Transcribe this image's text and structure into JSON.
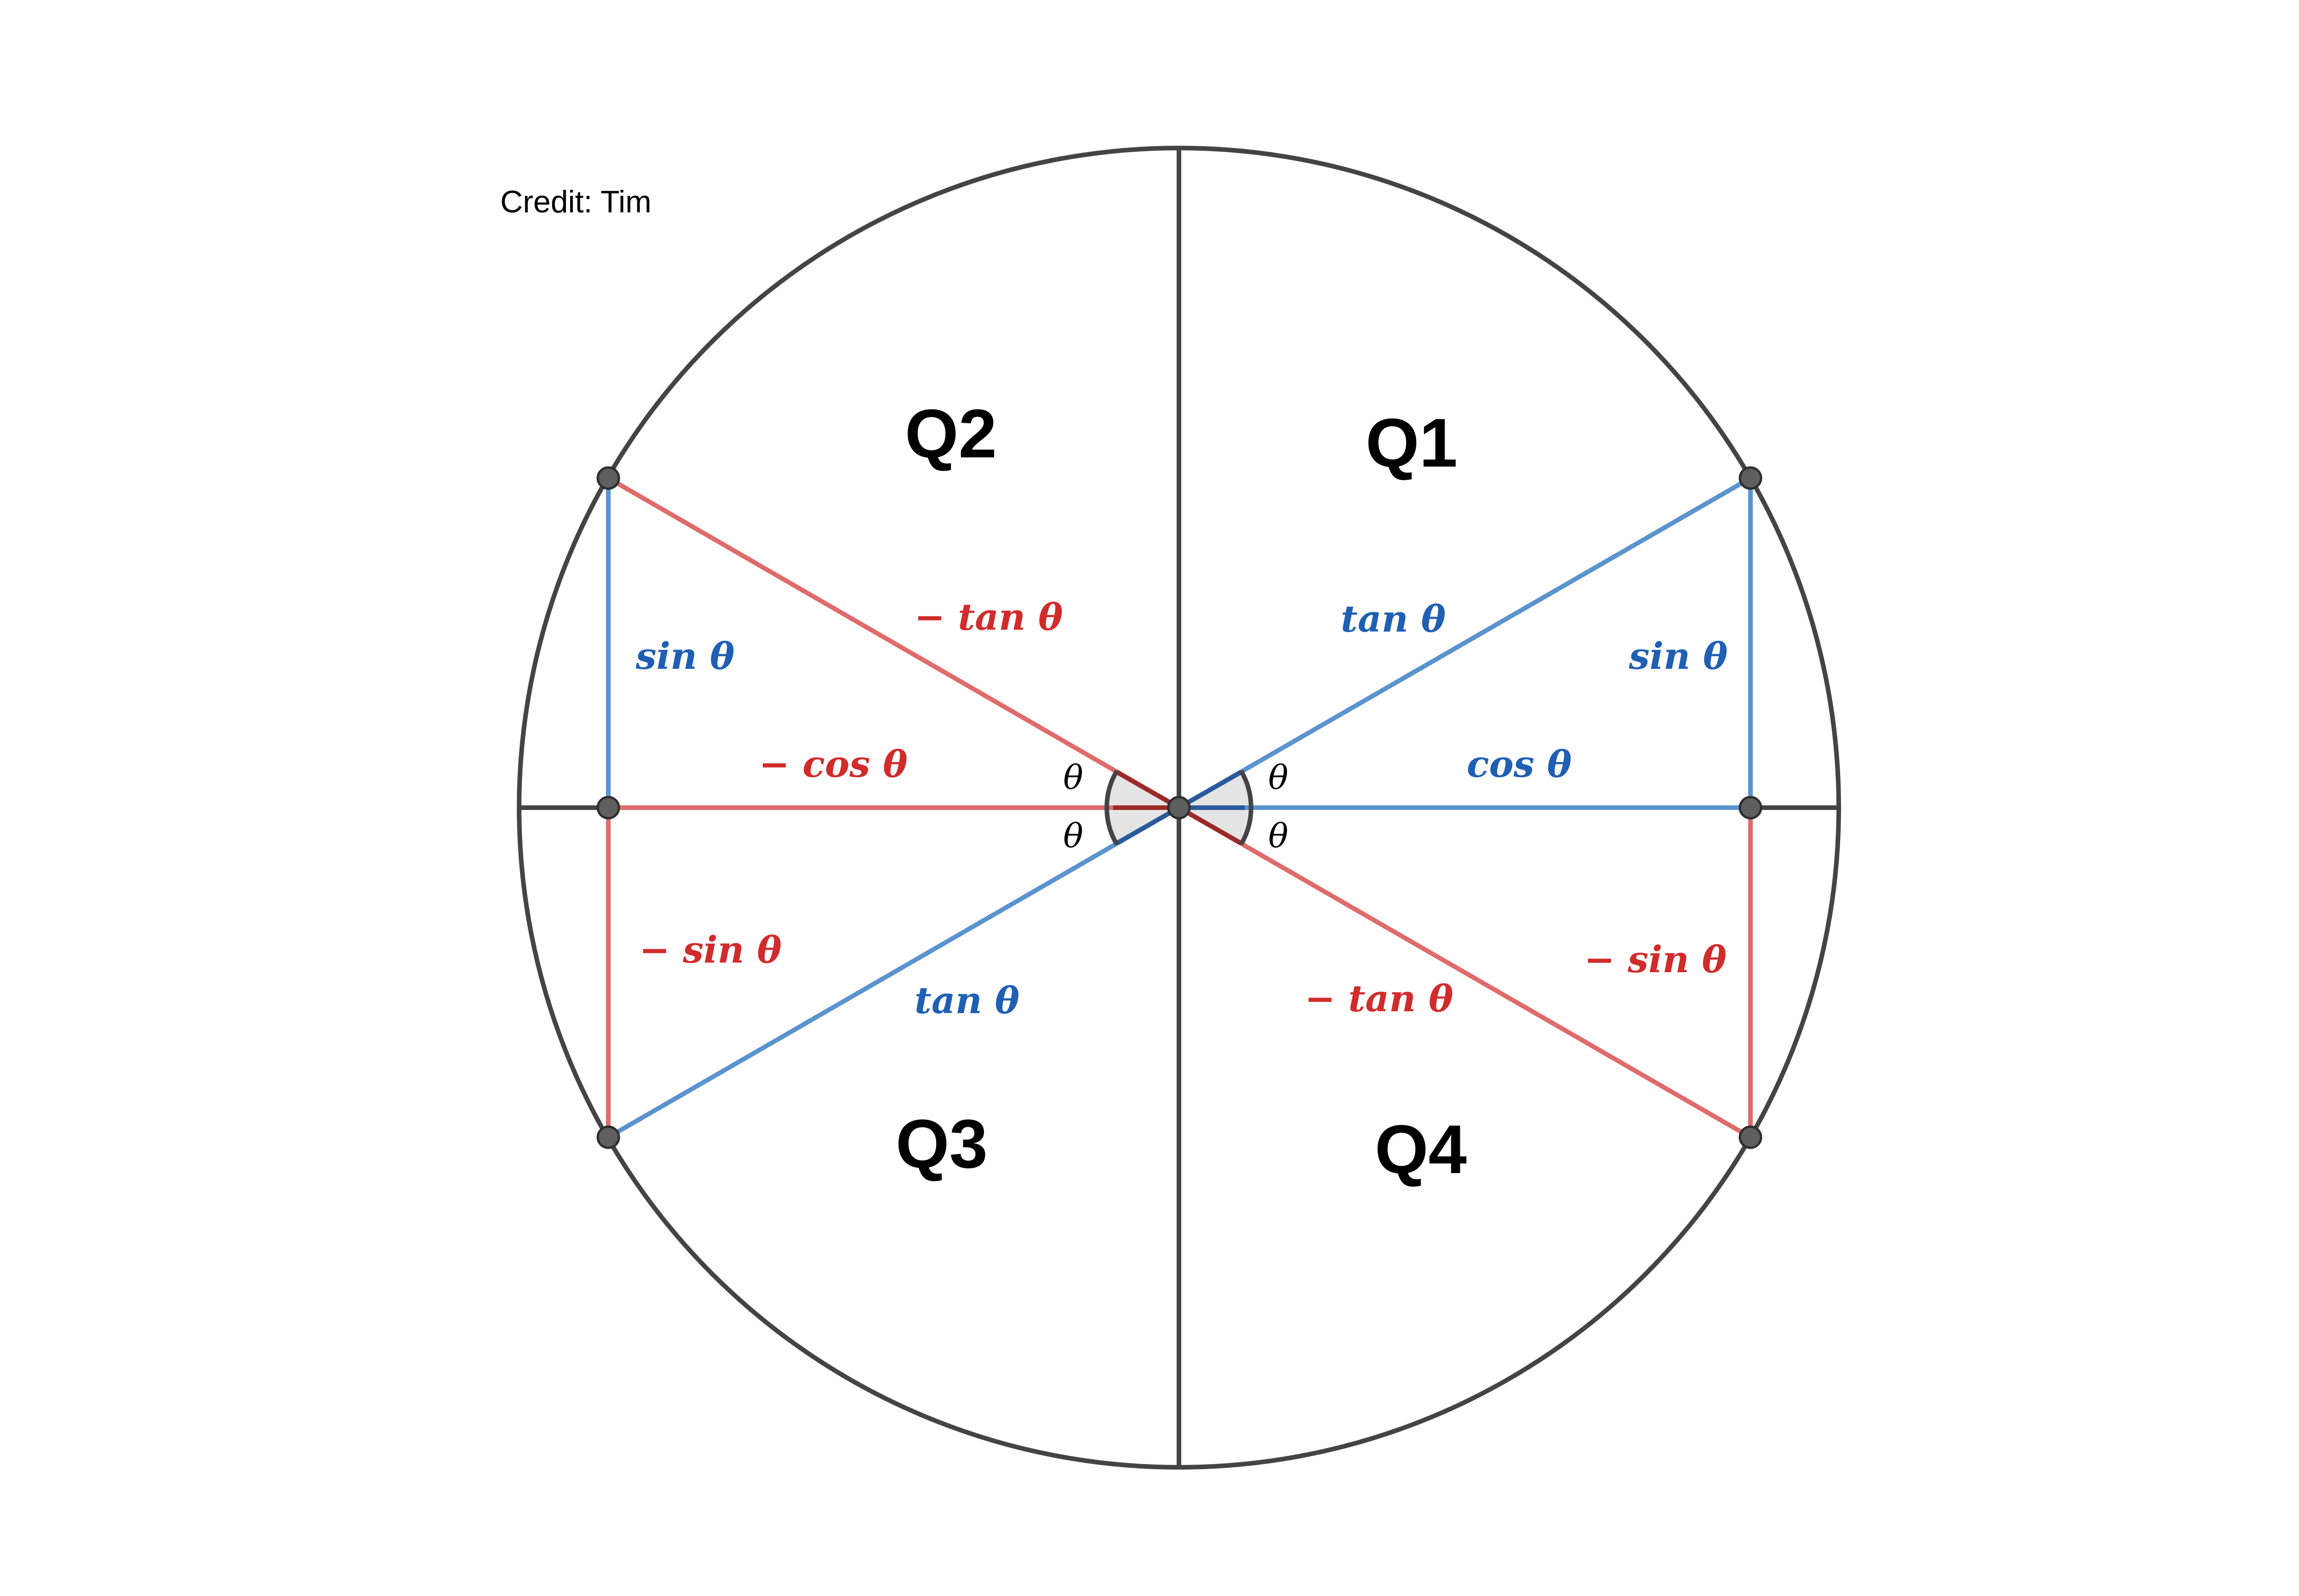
{
  "credit": "Credit: Tim",
  "quadrants": {
    "q1": "Q1",
    "q2": "Q2",
    "q3": "Q3",
    "q4": "Q4"
  },
  "angle_symbol": "θ",
  "labels": {
    "q1_tan": "tan θ",
    "q1_sin": "sin θ",
    "q1_cos": "cos θ",
    "q2_tan": "− tan θ",
    "q2_sin": "sin θ",
    "q2_cos": "− cos θ",
    "q3_tan": "tan θ",
    "q3_sin": "− sin θ",
    "q4_tan": "− tan θ",
    "q4_sin": "− sin θ"
  },
  "colors": {
    "positive": "#1f5fb4",
    "negative": "#d22b2b",
    "positive_line": "#5b93cf",
    "negative_line": "#e06b6b",
    "axis": "#444444",
    "point_fill": "#5f5f5f",
    "angle_fill": "#e4e4e4"
  }
}
